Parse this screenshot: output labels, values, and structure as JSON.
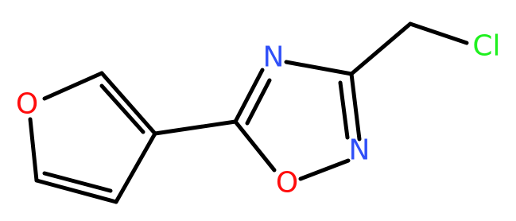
{
  "molecule": {
    "atoms": {
      "furan_oxygen": {
        "symbol": "O",
        "color": "#FF0D0D"
      },
      "ring_nitrogen_top": {
        "symbol": "N",
        "color": "#3050F8"
      },
      "ring_nitrogen_right": {
        "symbol": "N",
        "color": "#3050F8"
      },
      "ring_oxygen_bottom": {
        "symbol": "O",
        "color": "#FF0D0D"
      },
      "chlorine": {
        "symbol": "Cl",
        "color": "#1FF01F"
      }
    },
    "bond_color": "#000000"
  }
}
